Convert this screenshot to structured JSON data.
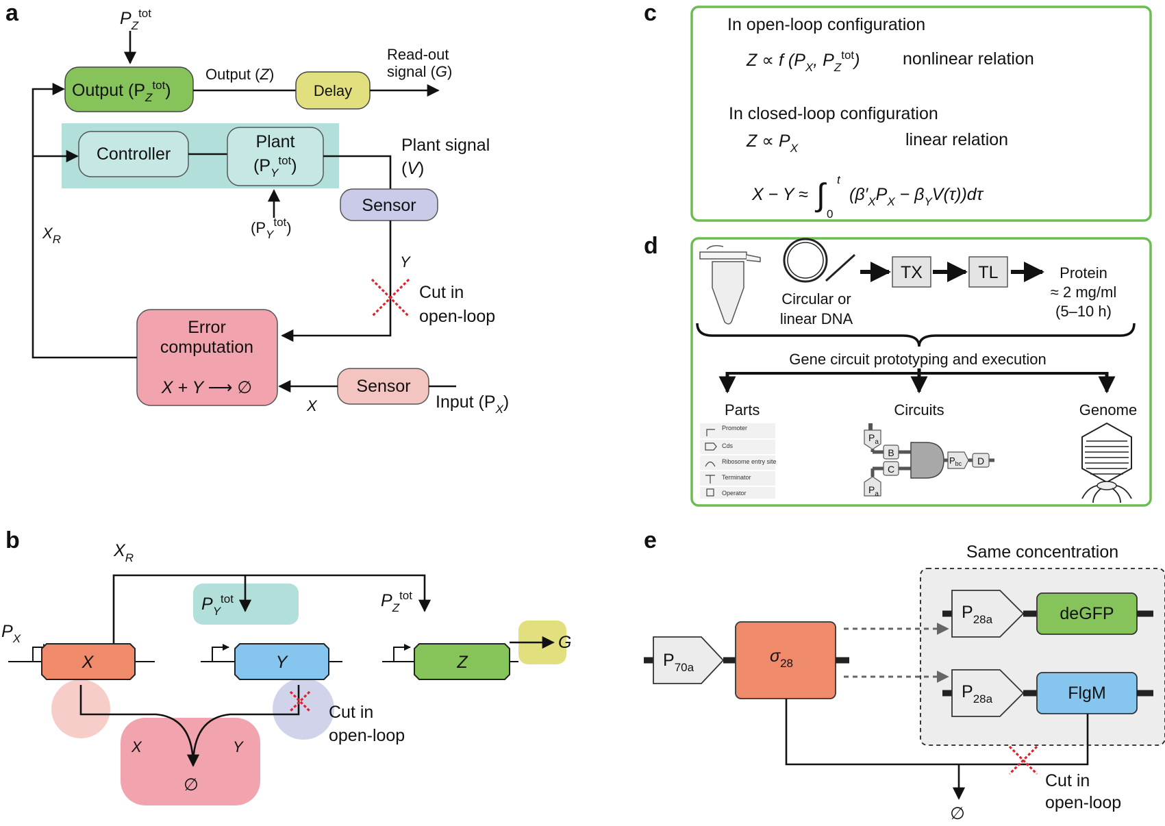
{
  "panel_letters": {
    "a": "a",
    "b": "b",
    "c": "c",
    "d": "d",
    "e": "e"
  },
  "panel_a": {
    "pz_tot_top": "P",
    "pz_tot_sub": "Z",
    "tot": "tot",
    "output_box": "Output (P",
    "output_box_sub": "Z",
    "output_box_close": ")",
    "output_z_label": "Output (",
    "output_z_var": "Z",
    "output_z_close": ")",
    "delay": "Delay",
    "readout_line1": "Read-out",
    "readout_line2": "signal (",
    "readout_var": "G",
    "readout_close": ")",
    "controller": "Controller",
    "plant_line1": "Plant",
    "plant_line2": "(P",
    "plant_sub": "Y",
    "plant_close": ")",
    "plant_signal": "Plant signal",
    "plant_signal_v": "(",
    "plant_signal_var": "V",
    "plant_signal_close": ")",
    "sensor_top": "Sensor",
    "py_tot_paren_open": "(P",
    "py_tot_sub": "Y",
    "py_tot_close": ")",
    "xr_var": "X",
    "xr_sub": "R",
    "y_var": "Y",
    "cut_line1": "Cut in",
    "cut_line2": "open-loop",
    "error_line1": "Error",
    "error_line2": "computation",
    "reaction": "X + Y ⟶ ∅",
    "sensor_bottom": "Sensor",
    "x_var": "X",
    "input_label": "Input (P",
    "input_sub": "X",
    "input_close": ")"
  },
  "panel_b": {
    "xr_var": "X",
    "xr_sub": "R",
    "px_var": "P",
    "px_sub": "X",
    "py_var": "P",
    "py_sub": "Y",
    "pz_var": "P",
    "pz_sub": "Z",
    "tot": "tot",
    "gene_x": "X",
    "gene_y": "Y",
    "gene_z": "Z",
    "g_var": "G",
    "x_path": "X",
    "y_path": "Y",
    "empty_set": "∅",
    "cut_line1": "Cut in",
    "cut_line2": "open-loop"
  },
  "panel_c": {
    "open_title": "In open-loop configuration",
    "open_eq": "Z ∝ f (P",
    "open_eq_sub_x": "X",
    "open_eq_mid": ", P",
    "open_eq_sub_z": "Z",
    "open_eq_tot": "tot",
    "open_eq_close": ")",
    "open_relation": "nonlinear relation",
    "closed_title": "In closed-loop configuration",
    "closed_eq": "Z ∝ P",
    "closed_eq_sub": "X",
    "closed_relation": "linear relation",
    "integral_lhs": "X − Y ≈",
    "integral_sign": "∫",
    "integral_upper": "t",
    "integral_lower": "0",
    "integral_body": "(β′",
    "integral_body_sub1": "X",
    "integral_body2": "P",
    "integral_body_sub2": "X",
    "integral_body3": " − β",
    "integral_body_sub3": "Y",
    "integral_body4": "V(τ))dτ"
  },
  "panel_d": {
    "dna_line1": "Circular or",
    "dna_line2": "linear DNA",
    "tx": "TX",
    "tl": "TL",
    "protein_line1": "Protein",
    "protein_line2": "≈ 2 mg/ml",
    "protein_line3": "(5–10 h)",
    "brace_caption": "Gene circuit prototyping and execution",
    "parts": "Parts",
    "circuits": "Circuits",
    "genome": "Genome",
    "legend": [
      "Promoter",
      "Cds",
      "Ribosome entry site",
      "Terminator",
      "Operator"
    ],
    "circuit_pa": "P",
    "circuit_pa_sub": "a",
    "circuit_b": "B",
    "circuit_c": "C",
    "circuit_pbc": "P",
    "circuit_pbc_sub": "bc",
    "circuit_d": "D"
  },
  "panel_e": {
    "same_conc": "Same concentration",
    "p70a": "P",
    "p70a_sub": "70a",
    "sigma": "σ",
    "sigma_sub": "28",
    "p28a_1": "P",
    "p28a_1_sub": "28a",
    "degfp": "deGFP",
    "p28a_2": "P",
    "p28a_2_sub": "28a",
    "flgm": "FlgM",
    "empty_set": "∅",
    "cut_line1": "Cut in",
    "cut_line2": "open-loop"
  },
  "colors": {
    "output_green": "#86c35a",
    "delay_yellow": "#e2e07e",
    "controller_teal": "#b3dfdb",
    "sensor_lavender": "#c9cbe8",
    "error_pink": "#f2a4ae",
    "sensor_pink": "#f4c4c0",
    "gene_x_orange": "#ef8a6a",
    "gene_y_blue": "#86c6ee",
    "gene_z_green": "#86c35a",
    "panel_border_green": "#6bbd4f",
    "flgm_blue": "#86c6ee",
    "promoter_gray": "#ececec",
    "dashed_box_bg": "#ededed",
    "cut_red": "#e0202a"
  }
}
